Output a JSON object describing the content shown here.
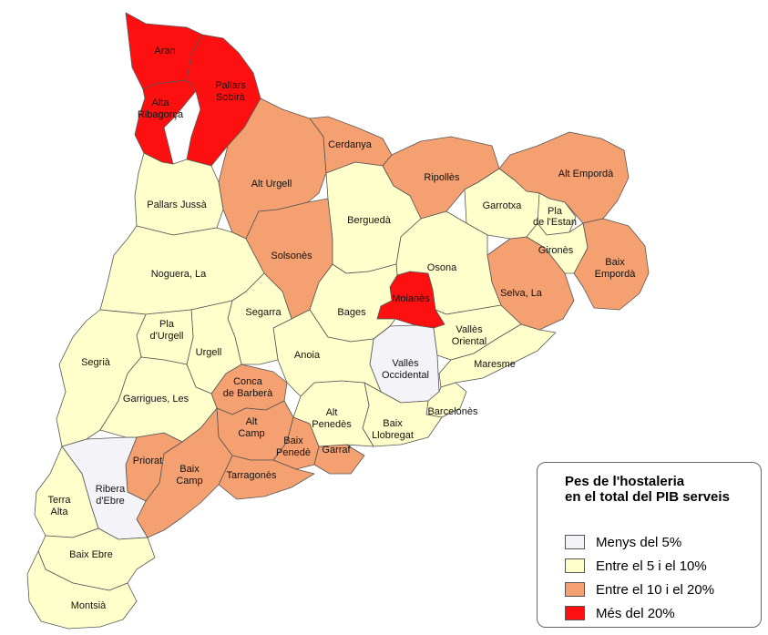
{
  "legend": {
    "title_line1": "Pes de  l'hostaleria",
    "title_line2": "en el total del PIB serveis",
    "items": [
      {
        "label": "Menys del 5%",
        "color": "#f4f4f8"
      },
      {
        "label": "Entre el 5 i el 10%",
        "color": "#ffffcc"
      },
      {
        "label": "Entre el 10 i el 20%",
        "color": "#f5a070"
      },
      {
        "label": "Més del 20%",
        "color": "#ff1010"
      }
    ]
  },
  "regions": [
    {
      "name": "Aran",
      "category": 3
    },
    {
      "name": "Pallars Sobirà",
      "category": 3
    },
    {
      "name": "Alta Ribagorça",
      "category": 3
    },
    {
      "name": "Moianès",
      "category": 3
    },
    {
      "name": "Alt Urgell",
      "category": 2
    },
    {
      "name": "Cerdanya",
      "category": 2
    },
    {
      "name": "Ripollès",
      "category": 2
    },
    {
      "name": "Alt Empordà",
      "category": 2
    },
    {
      "name": "Solsonès",
      "category": 2
    },
    {
      "name": "Selva, La",
      "category": 2
    },
    {
      "name": "Baix Empordà",
      "category": 2
    },
    {
      "name": "Conca de Barberà",
      "category": 2
    },
    {
      "name": "Alt Camp",
      "category": 2
    },
    {
      "name": "Baix Penedès",
      "category": 2
    },
    {
      "name": "Garraf",
      "category": 2
    },
    {
      "name": "Tarragonès",
      "category": 2
    },
    {
      "name": "Baix Camp",
      "category": 2
    },
    {
      "name": "Priorat",
      "category": 2
    },
    {
      "name": "Vallès Occidental",
      "category": 0
    },
    {
      "name": "Ribera d'Ebre",
      "category": 0
    },
    {
      "name": "Pallars Jussà",
      "category": 1
    },
    {
      "name": "Noguera, La",
      "category": 1
    },
    {
      "name": "Berguedà",
      "category": 1
    },
    {
      "name": "Garrotxa",
      "category": 1
    },
    {
      "name": "Pla de l'Estany",
      "category": 1
    },
    {
      "name": "Gironès",
      "category": 1
    },
    {
      "name": "Osona",
      "category": 1
    },
    {
      "name": "Bages",
      "category": 1
    },
    {
      "name": "Vallès Oriental",
      "category": 1
    },
    {
      "name": "Maresme",
      "category": 1
    },
    {
      "name": "Barcelonès",
      "category": 1
    },
    {
      "name": "Baix Llobregat",
      "category": 1
    },
    {
      "name": "Alt Penedès",
      "category": 1
    },
    {
      "name": "Anoia",
      "category": 1
    },
    {
      "name": "Segarra",
      "category": 1
    },
    {
      "name": "Urgell",
      "category": 1
    },
    {
      "name": "Pla d'Urgell",
      "category": 1
    },
    {
      "name": "Segrià",
      "category": 1
    },
    {
      "name": "Garrigues, Les",
      "category": 1
    },
    {
      "name": "Terra Alta",
      "category": 1
    },
    {
      "name": "Baix Ebre",
      "category": 1
    },
    {
      "name": "Montsià",
      "category": 1
    }
  ],
  "labels": {
    "aran": "Aran",
    "pallars_sobira_1": "Pallars",
    "pallars_sobira_2": "Sobirà",
    "alta_ribagorca_1": "Alta",
    "alta_ribagorca_2": "Ribagorça",
    "alt_urgell": "Alt Urgell",
    "cerdanya": "Cerdanya",
    "ripolles": "Ripollès",
    "alt_emporda": "Alt Empordà",
    "pallars_jussa": "Pallars Jussà",
    "bergueda": "Berguedà",
    "garrotxa": "Garrotxa",
    "pla_estany_1": "Pla",
    "pla_estany_2": "de l'Estan",
    "girones": "Gironès",
    "solsones": "Solsonès",
    "osona": "Osona",
    "baix_emporda_1": "Baix",
    "baix_emporda_2": "Empordà",
    "noguera": "Noguera, La",
    "moianes": "Moianès",
    "selva": "Selva, La",
    "segarra": "Segarra",
    "bages": "Bages",
    "valles_oriental_1": "Vallès",
    "valles_oriental_2": "Oriental",
    "pla_urgell_1": "Pla",
    "pla_urgell_2": "d'Urgell",
    "urgell": "Urgell",
    "anoia": "Anoia",
    "valles_occidental_1": "Vallès",
    "valles_occidental_2": "Occidental",
    "segria": "Segrià",
    "maresme": "Maresme",
    "conca_1": "Conca",
    "conca_2": "de Barberà",
    "garrigues": "Garrigues, Les",
    "barcelones": "Barcelonès",
    "alt_camp_1": "Alt",
    "alt_camp_2": "Camp",
    "alt_penedes_1": "Alt",
    "alt_penedes_2": "Penedès",
    "baix_llobregat_1": "Baix",
    "baix_llobregat_2": "Llobregat",
    "baix_penedes_1": "Baix",
    "baix_penedes_2": "Penedè",
    "garraf": "Garraf",
    "priorat": "Priorat",
    "baix_camp_1": "Baix",
    "baix_camp_2": "Camp",
    "tarragones": "Tarragonès",
    "ribera_1": "Ribera",
    "ribera_2": "d'Ebre",
    "terra_alta_1": "Terra",
    "terra_alta_2": "Alta",
    "baix_ebre": "Baix Ebre",
    "montsia": "Montsià"
  }
}
